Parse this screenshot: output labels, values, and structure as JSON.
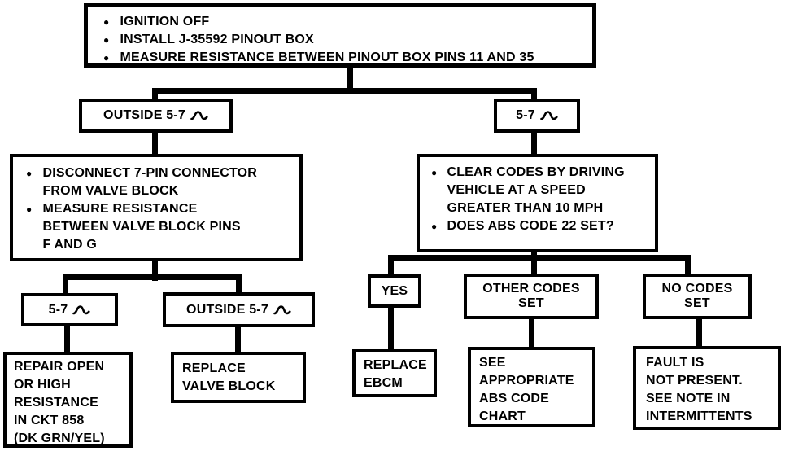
{
  "colors": {
    "ink": "#000000",
    "paper": "#ffffff"
  },
  "symbols": {
    "bullet": "●",
    "resistance_ohms": "∿"
  },
  "nodes": {
    "start": {
      "bullets": [
        "IGNITION OFF",
        "INSTALL J-35592 PINOUT BOX",
        "MEASURE RESISTANCE BETWEEN PINOUT BOX PINS 11 AND 35"
      ]
    },
    "pinout_outside_range": {
      "label": "OUTSIDE 5-7"
    },
    "pinout_in_range": {
      "label": "5-7"
    },
    "valve_block_check": {
      "bullets": [
        "DISCONNECT 7-PIN CONNECTOR\nFROM VALVE BLOCK",
        "MEASURE RESISTANCE\nBETWEEN VALVE BLOCK PINS\nF AND G"
      ]
    },
    "clear_codes_check": {
      "bullets": [
        "CLEAR CODES BY DRIVING\nVEHICLE AT A SPEED\nGREATER THAN 10 MPH",
        "DOES ABS CODE 22 SET?"
      ]
    },
    "valve_in_range": {
      "label": "5-7"
    },
    "valve_outside_range": {
      "label": "OUTSIDE 5-7"
    },
    "repair_open": {
      "text": "REPAIR OPEN\nOR HIGH\nRESISTANCE\nIN CKT 858\n(DK GRN/YEL)"
    },
    "replace_valve_block": {
      "text": "REPLACE\nVALVE BLOCK"
    },
    "yes": {
      "label": "YES"
    },
    "other_codes_set": {
      "text": "OTHER CODES\nSET"
    },
    "no_codes_set": {
      "text": "NO CODES\nSET"
    },
    "replace_ebcm": {
      "text": "REPLACE\nEBCM"
    },
    "see_abs_code_chart": {
      "text": "SEE\nAPPROPRIATE\nABS CODE\nCHART"
    },
    "fault_not_present": {
      "text": "FAULT IS\nNOT PRESENT.\nSEE NOTE IN\nINTERMITTENTS"
    }
  }
}
